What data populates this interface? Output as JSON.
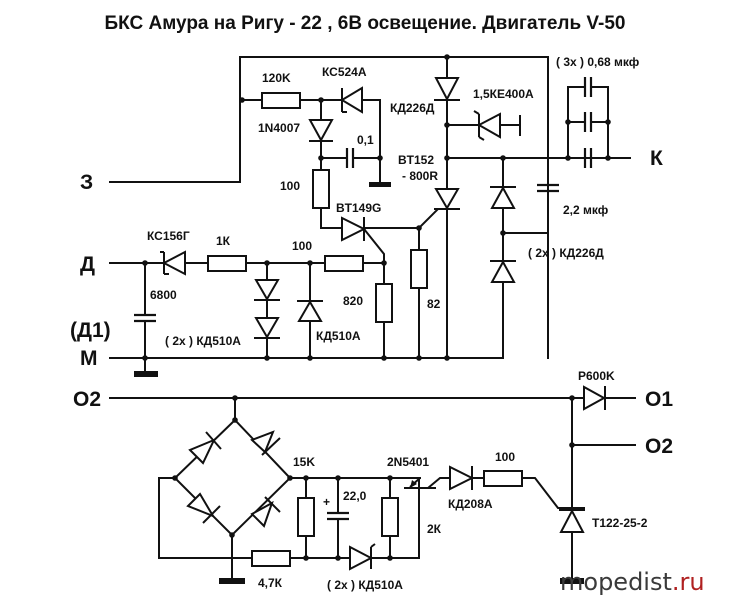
{
  "title": "БКС Амура на Ригу - 22 , 6В освещение. Двигатель V-50",
  "terminals": {
    "z": "З",
    "d": "Д",
    "d1": "(Д1)",
    "m": "М",
    "k": "К",
    "o2_left": "О2",
    "o1": "О1",
    "o2_right": "О2"
  },
  "components": {
    "r_120k": "120K",
    "zd_kc524a": "КС524А",
    "d_1n4007": "1N4007",
    "c_01": "0,1",
    "r_100_upper": "100",
    "scr_bt149g": "BT149G",
    "d_kd226d_top": "КД226Д",
    "tvs_15ke400a": "1,5КЕ400А",
    "scr_bt152_line1": "BT152",
    "scr_bt152_line2": "- 800R",
    "c_068": "( 3х ) 0,68 мкф",
    "c_22": "2,2 мкф",
    "d_kd226d_pair": "( 2х ) КД226Д",
    "zd_kc156g": "КС156Г",
    "r_1k": "1К",
    "r_100_mid": "100",
    "c_6800": "6800",
    "d_kd510a_pair": "( 2х ) КД510А",
    "d_kd510a_single": "КД510А",
    "r_820": "820",
    "r_82": "82",
    "d_p600k": "P600K",
    "r_15k": "15K",
    "c_220": "22,0",
    "c_220_polarity": "+",
    "q_2n5401": "2N5401",
    "d_kd208a": "КД208А",
    "r_100_lower": "100",
    "r_2k": "2К",
    "r_47k": "4,7К",
    "d_kd510a_pair_lower": "( 2х ) КД510А",
    "scr_t122": "Т122-25-2"
  },
  "watermark": {
    "part1": "mopedist",
    "part2": ".ru",
    "color1": "#3a3a3a",
    "color2": "#b02020"
  }
}
